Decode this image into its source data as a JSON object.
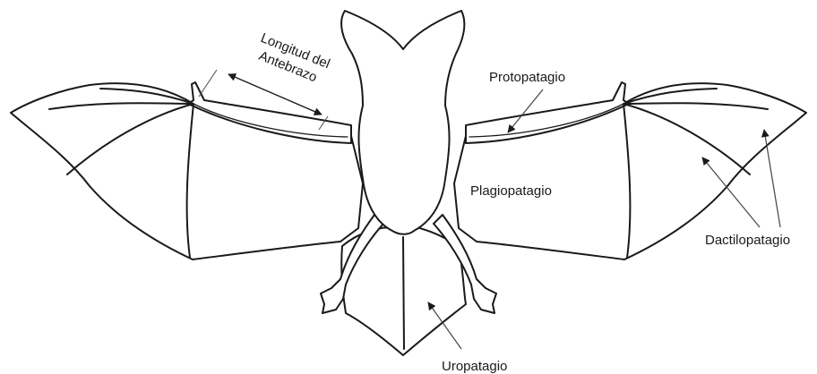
{
  "labels": {
    "forearm_line1": "Longitud del",
    "forearm_line2": "Antebrazo",
    "protopatagio": "Protopatagio",
    "plagiopatagio": "Plagiopatagio",
    "dactilopatagio": "Dactilopatagio",
    "uropatagio": "Uropatagio"
  },
  "colors": {
    "stroke": "#1a1a1a",
    "background": "#ffffff"
  }
}
